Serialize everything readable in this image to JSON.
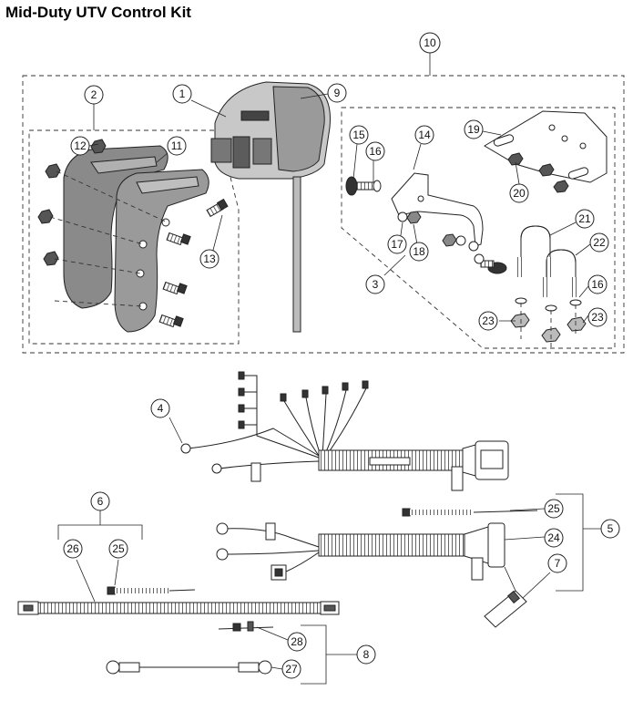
{
  "title": "Mid-Duty UTV Control Kit",
  "callouts": {
    "c1": "1",
    "c2": "2",
    "c3": "3",
    "c4": "4",
    "c5": "5",
    "c6": "6",
    "c7": "7",
    "c8": "8",
    "c9": "9",
    "c10": "10",
    "c11": "11",
    "c12": "12",
    "c13": "13",
    "c14": "14",
    "c15": "15",
    "c16a": "16",
    "c16b": "16",
    "c17": "17",
    "c18": "18",
    "c19": "19",
    "c20": "20",
    "c21": "21",
    "c22": "22",
    "c23a": "23",
    "c23b": "23",
    "c24": "24",
    "c25a": "25",
    "c25b": "25",
    "c26": "26",
    "c27": "27",
    "c28": "28"
  }
}
